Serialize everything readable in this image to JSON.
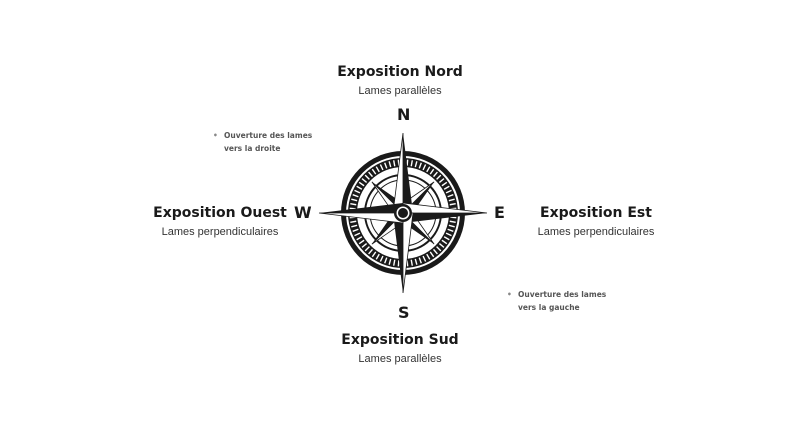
{
  "north": {
    "title": "Exposition Nord",
    "subtitle": "Lames parallèles"
  },
  "south": {
    "title": "Exposition Sud",
    "subtitle": "Lames parallèles"
  },
  "west": {
    "title": "Exposition Ouest",
    "subtitle": "Lames perpendiculaires"
  },
  "east": {
    "title": "Exposition Est",
    "subtitle": "Lames perpendiculaires"
  },
  "notes": {
    "left": {
      "line1": "Ouverture des lames",
      "line2": "vers la droite"
    },
    "right": {
      "line1": "Ouverture des lames",
      "line2": "vers la gauche"
    }
  },
  "compass": {
    "n": "N",
    "s": "S",
    "e": "E",
    "w": "W",
    "colors": {
      "ink": "#1a1a1a",
      "paper": "#ffffff"
    }
  }
}
